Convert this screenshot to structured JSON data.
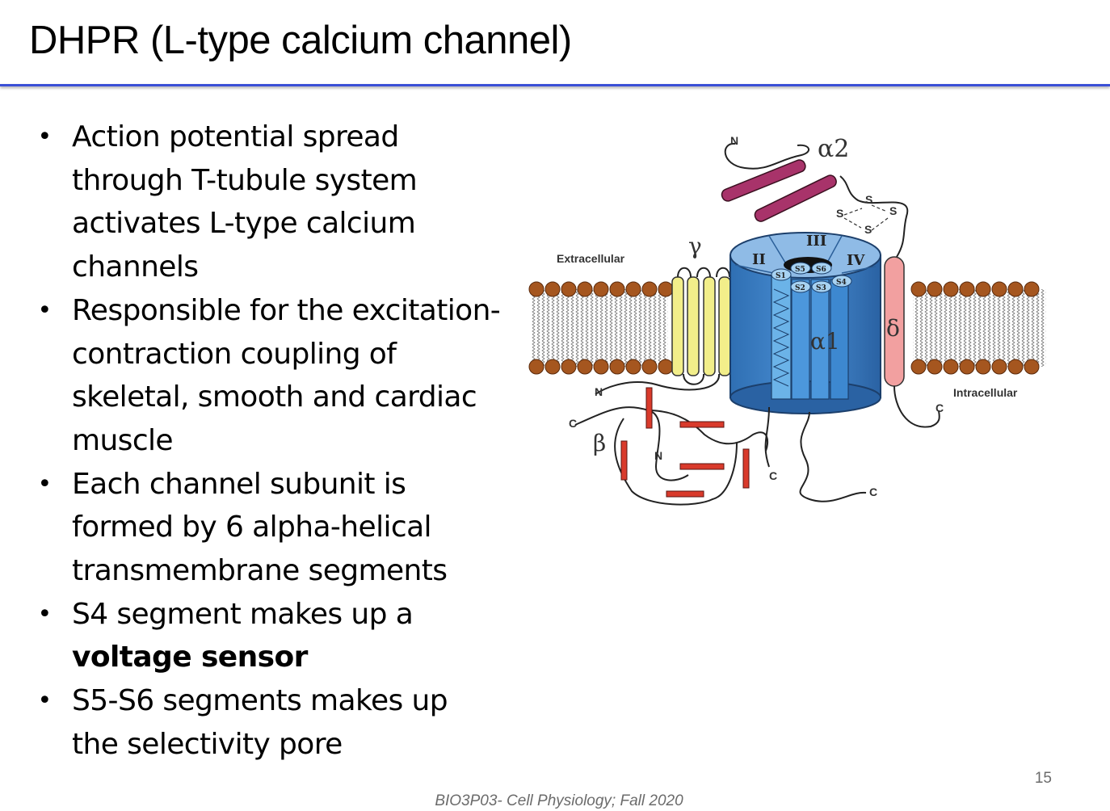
{
  "slide": {
    "title": "DHPR (L-type calcium channel)",
    "page_number": "15",
    "footer": "BIO3P03- Cell Physiology; Fall 2020"
  },
  "bullets": [
    {
      "text": "Action potential spread through T-tubule system activates L-type calcium channels"
    },
    {
      "text": "Responsible for the excitation-contraction coupling of skeletal, smooth and cardiac muscle"
    },
    {
      "text": "Each channel subunit is formed by 6 alpha-helical transmembrane segments"
    },
    {
      "text_before": "S4 segment makes up a ",
      "bold": "voltage sensor"
    },
    {
      "text": "S5-S6 segments makes up the selectivity pore"
    }
  ],
  "diagram": {
    "extracellular_label": "Extracellular",
    "intracellular_label": "Intracellular",
    "subunits": {
      "alpha2": "α2",
      "gamma": "γ",
      "delta": "δ",
      "alpha1": "α1",
      "beta": "β"
    },
    "domains": [
      "II",
      "III",
      "IV"
    ],
    "segments": [
      "S1",
      "S2",
      "S3",
      "S4",
      "S5",
      "S6"
    ],
    "terminals": {
      "n": "N",
      "c": "C"
    },
    "disulfide": "S",
    "colors": {
      "alpha2_helix": "#a8336a",
      "gamma_helix": "#f2ee8a",
      "delta_helix": "#f2a0a0",
      "alpha1_body": "#3a82c8",
      "beta_helix": "#d93a2b",
      "lipid_head": "#a5561f"
    }
  }
}
